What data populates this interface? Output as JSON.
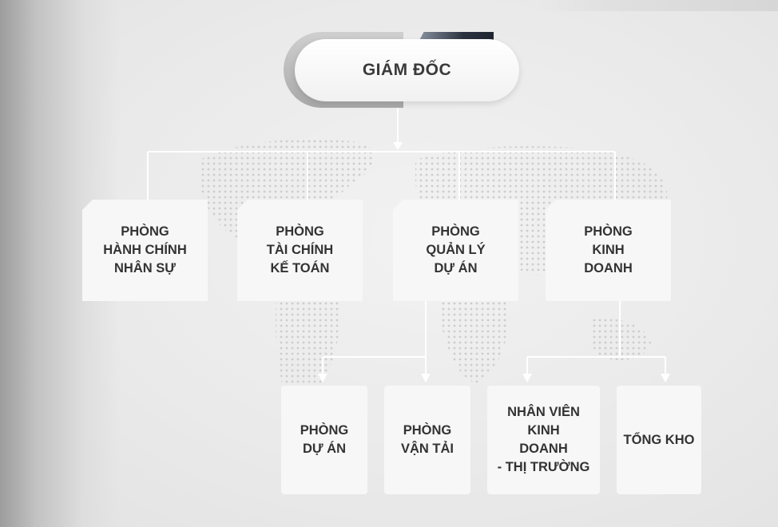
{
  "root": {
    "label": "GIÁM ĐỐC"
  },
  "departments": [
    {
      "label": "PHÒNG\nHÀNH CHÍNH\nNHÂN SỰ"
    },
    {
      "label": "PHÒNG\nTÀI CHÍNH\nKẾ TOÁN"
    },
    {
      "label": "PHÒNG\nQUẢN LÝ\nDỰ ÁN"
    },
    {
      "label": "PHÒNG\nKINH\nDOANH"
    }
  ],
  "subunits": [
    {
      "label": "PHÒNG\nDỰ ÁN"
    },
    {
      "label": "PHÒNG\nVẬN TẢI"
    },
    {
      "label": "NHÂN VIÊN\nKINH\nDOANH\n- THỊ TRƯỜNG"
    },
    {
      "label": "TỔNG KHO"
    }
  ]
}
